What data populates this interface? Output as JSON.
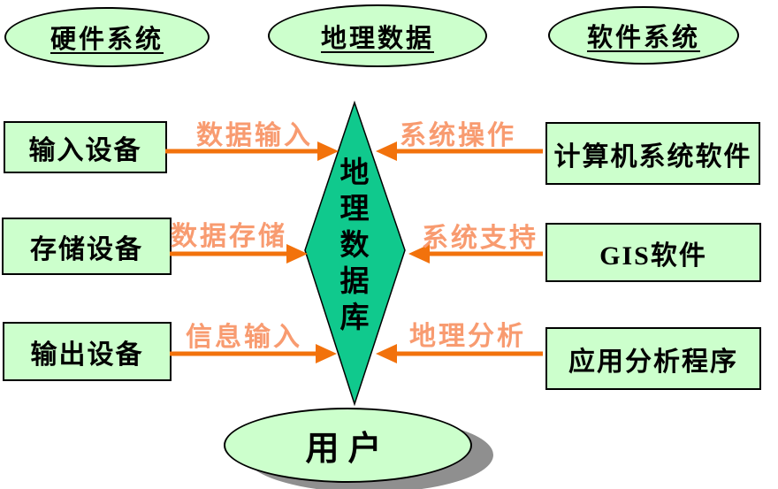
{
  "colors": {
    "node_fill": "#ccffcc",
    "diamond_fill": "#10c98d",
    "arrow": "#f2720c",
    "arrow_label": "#f89b70",
    "shadow": "#8f8f8f",
    "border": "#000000"
  },
  "top_ellipses": [
    {
      "label": "硬件系统"
    },
    {
      "label": "地理数据"
    },
    {
      "label": "软件系统"
    }
  ],
  "left_boxes": [
    {
      "label": "输入设备"
    },
    {
      "label": "存储设备"
    },
    {
      "label": "输出设备"
    }
  ],
  "right_boxes": [
    {
      "label": "计算机系统软件"
    },
    {
      "label": "GIS软件"
    },
    {
      "label": "应用分析程序"
    }
  ],
  "diamond": {
    "label": "地理数据库"
  },
  "user_ellipse": {
    "label": "用户"
  },
  "arrow_labels": {
    "left": [
      "数据输入",
      "数据存储",
      "信息输入"
    ],
    "right": [
      "系统操作",
      "系统支持",
      "地理分析"
    ]
  }
}
